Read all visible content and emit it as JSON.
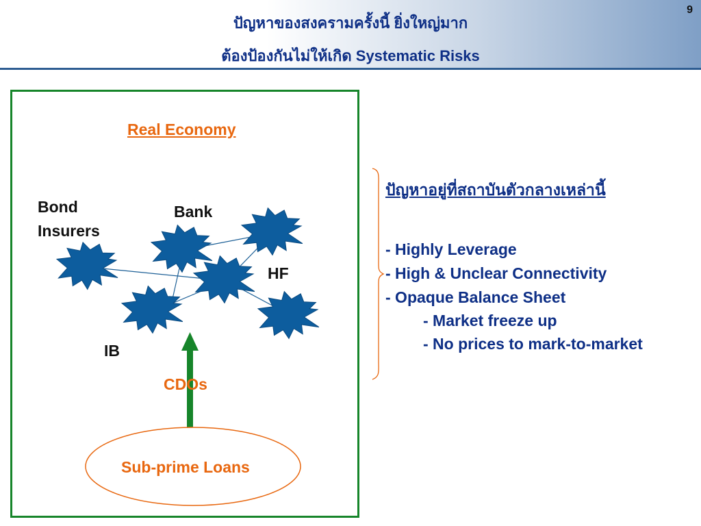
{
  "header": {
    "title_line1": "ปัญหาของสงครามครั้งนี้ ยิ่งใหญ่มาก",
    "title_line2": "ต้องป้องกันไม่ให้เกิด Systematic Risks",
    "slide_number": "9"
  },
  "diagram": {
    "real_economy": "Real Economy",
    "bond_insurers_line1": "Bond",
    "bond_insurers_line2": "Insurers",
    "bank": "Bank",
    "hf": "HF",
    "ib": "IB",
    "cdos": "CDOs",
    "subprime": "Sub-prime Loans",
    "colors": {
      "burst": "#0d5d9e",
      "frame": "#16852a",
      "arrow": "#16852a",
      "accent": "#e8670f"
    }
  },
  "right_panel": {
    "heading": "ปัญหาอยู่ที่สถาบันตัวกลางเหล่านี้",
    "items": [
      "- Highly Leverage",
      "- High & Unclear Connectivity",
      "- Opaque Balance Sheet",
      "- Market freeze up",
      "- No prices to mark-to-market"
    ]
  }
}
